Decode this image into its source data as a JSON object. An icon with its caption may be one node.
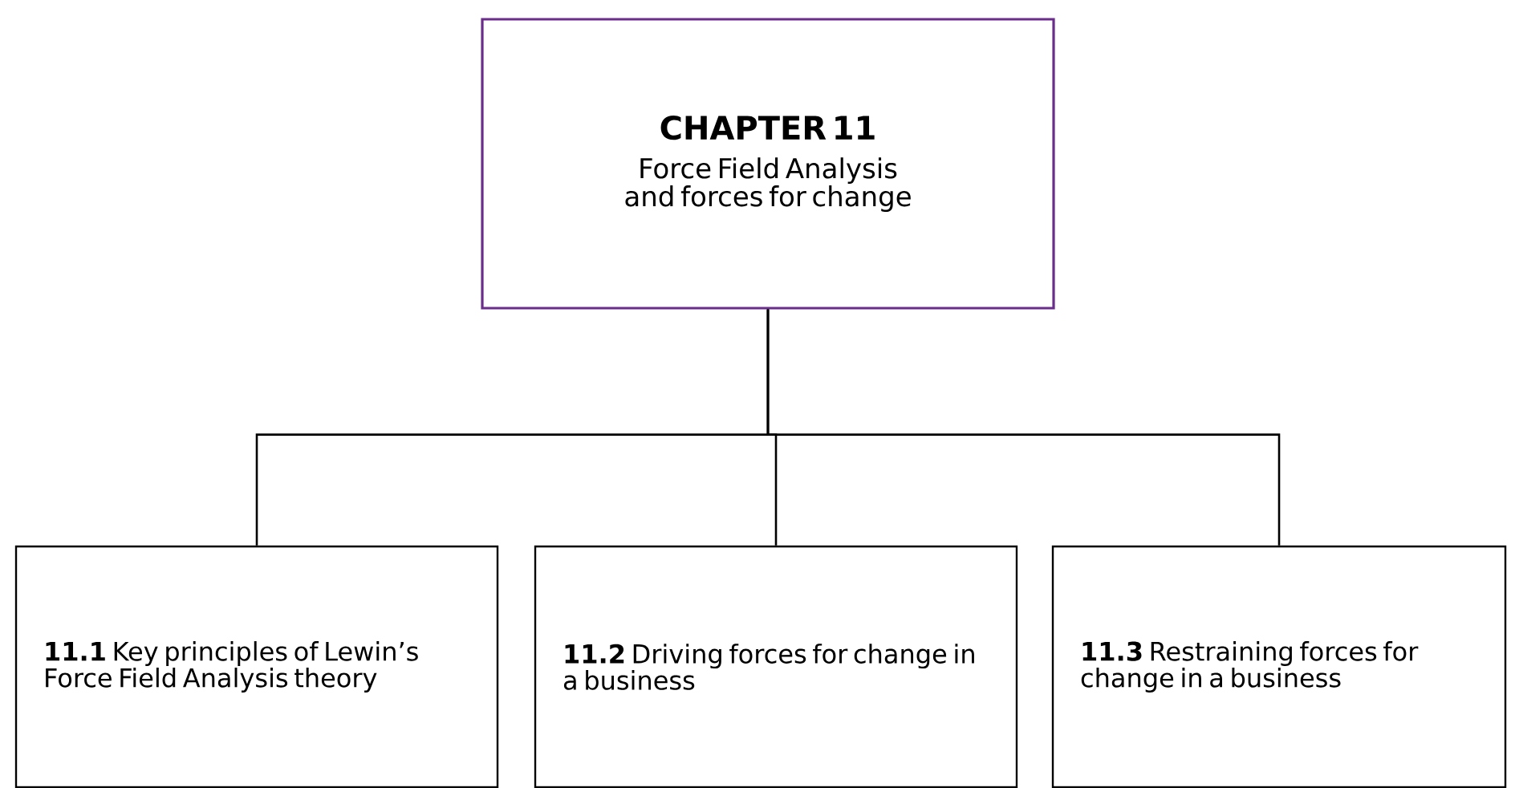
{
  "diagram": {
    "nodes": [
      {
        "text": [
          "CHAPTER 11",
          "Force Field Analysis and forces for change"
        ]
      },
      {
        "text": [
          "**11.1** Key principles of Lewin’s Force Field Analysis theory"
        ]
      },
      {
        "text": [
          "**11.2** Driving forces for change in a business"
        ]
      },
      {
        "text": [
          "**11.3** Restraining forces for change in a business"
        ]
      }
    ],
    "edges": [
      {
        "from": 0,
        "to": 1,
        "arrow": "none"
      },
      {
        "from": 0,
        "to": 2,
        "arrow": "none"
      },
      {
        "from": 0,
        "to": 3,
        "arrow": "none"
      }
    ]
  }
}
